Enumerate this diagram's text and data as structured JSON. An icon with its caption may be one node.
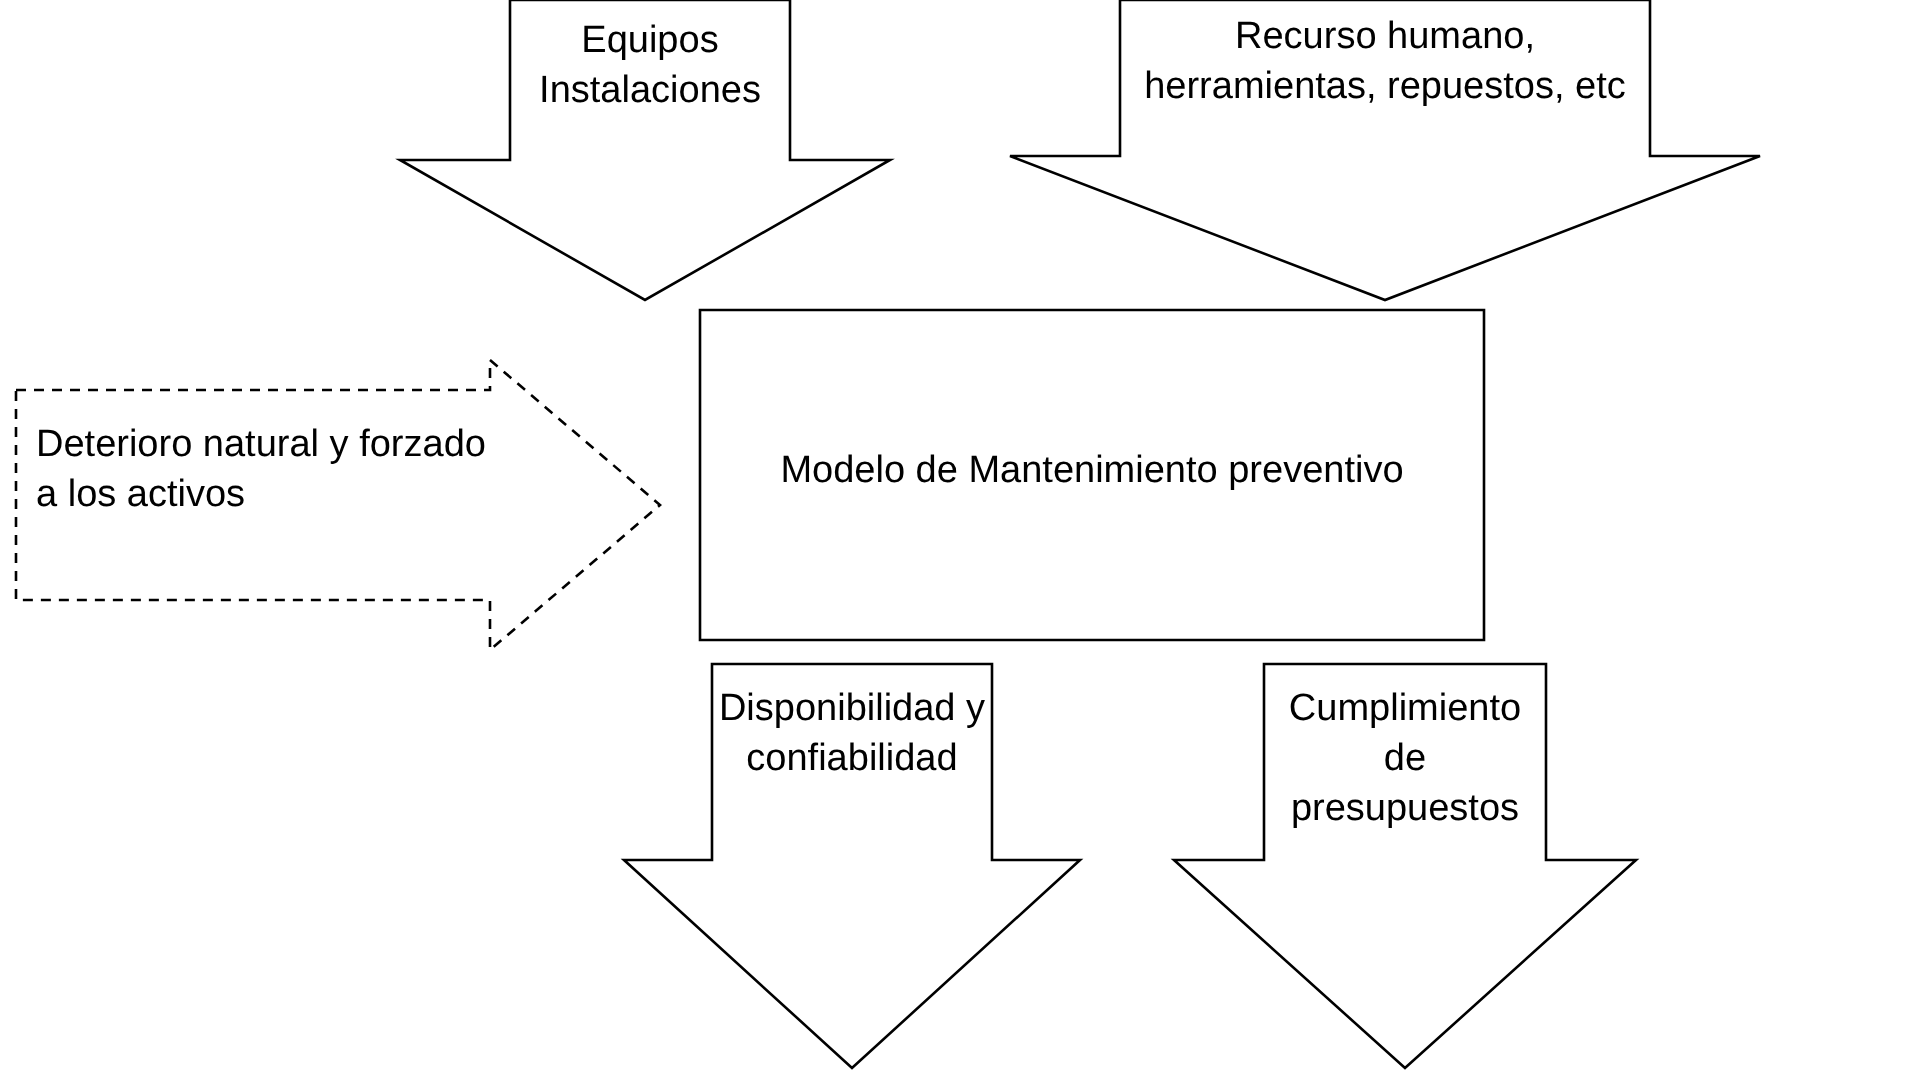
{
  "diagram": {
    "nodes": [
      {
        "text": [
          "Equipos Instalaciones"
        ]
      },
      {
        "text": [
          "Recurso humano, herramientas, repuestos, etc"
        ]
      },
      {
        "text": [
          "Deterioro natural y forzado a los activos"
        ]
      },
      {
        "text": [
          "Modelo de Mantenimiento preventivo"
        ]
      },
      {
        "text": [
          "Disponibilidad y confiabilidad"
        ]
      },
      {
        "text": [
          "Cumplimiento de presupuestos"
        ]
      }
    ]
  }
}
